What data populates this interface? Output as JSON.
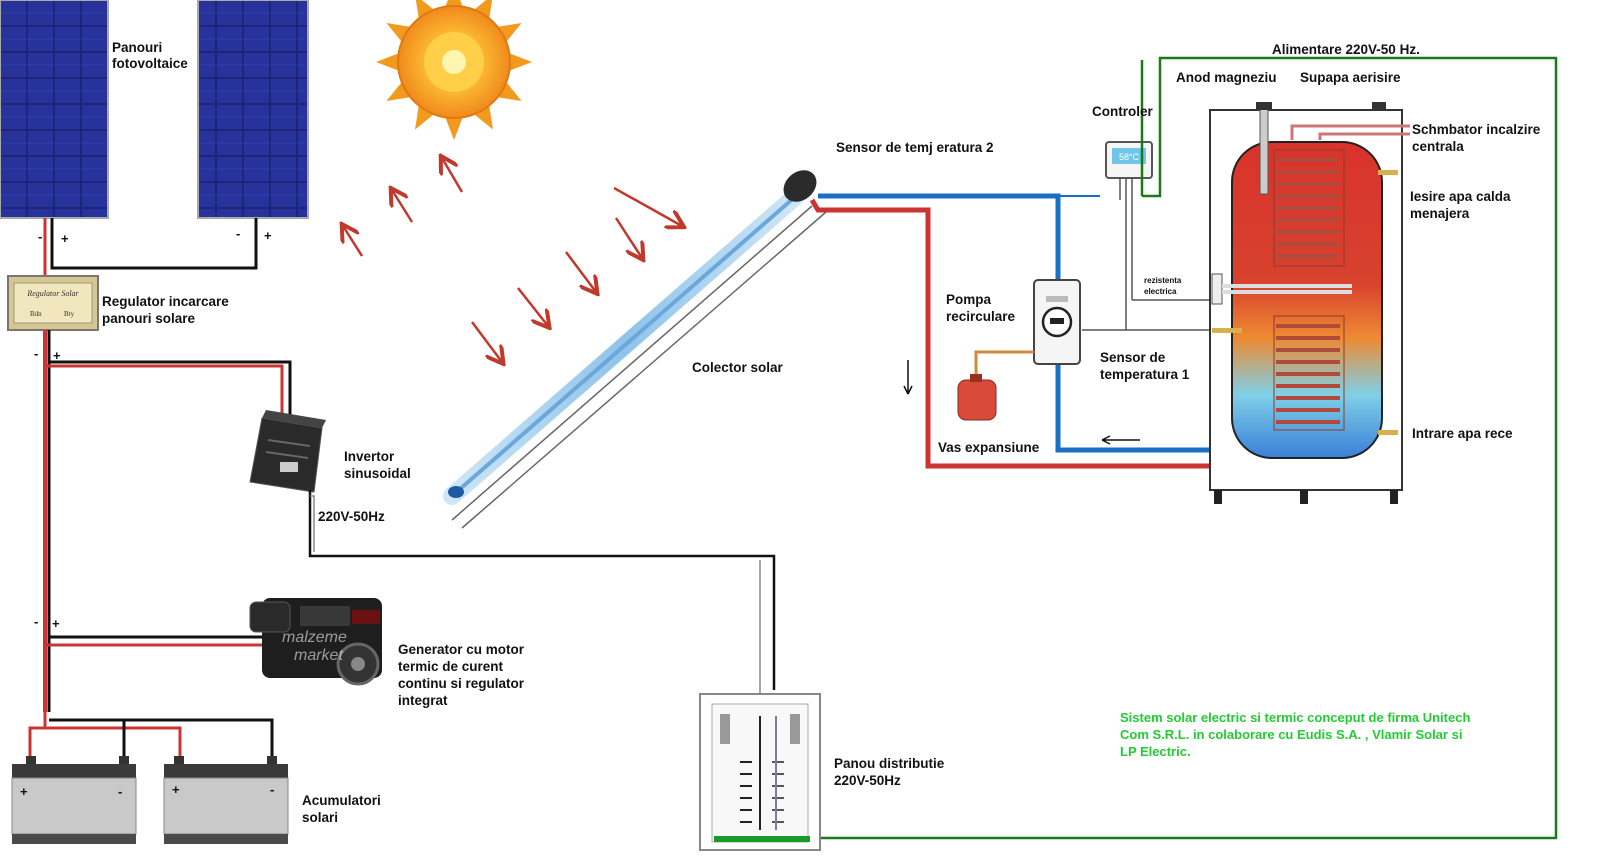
{
  "labels": {
    "pv_panels": [
      "Panouri",
      "fotovoltaice"
    ],
    "charge_regulator": [
      "Regulator incarcare",
      "panouri solare"
    ],
    "regulator_plate": [
      "Regulator Solar",
      "Bdn",
      "Bty"
    ],
    "inverter": [
      "Invertor",
      "sinusoidal"
    ],
    "inverter_output": "220V-50Hz",
    "generator": [
      "Generator cu motor",
      "termic de curent",
      "continu si regulator",
      "integrat"
    ],
    "batteries": [
      "Acumulatori",
      "solari"
    ],
    "solar_collector": "Colector solar",
    "temp_sensor_2": "Sensor de temj eratura 2",
    "controller": "Controler",
    "controller_display": "58°C",
    "power_supply": "Alimentare 220V-50 Hz.",
    "magnesium_anode": "Anod magneziu",
    "air_valve": "Supapa aerisire",
    "heat_exchanger": [
      "Schmbator incalzire",
      "centrala"
    ],
    "hot_water_out": [
      "Iesire apa calda",
      "menajera"
    ],
    "electric_resistance": [
      "rezistenta",
      "electrica"
    ],
    "recirculation_pump": [
      "Pompa",
      "recirculare"
    ],
    "temp_sensor_1": [
      "Sensor de",
      "temperatura 1"
    ],
    "expansion_vessel": "Vas expansiune",
    "cold_water_in": "Intrare apa rece",
    "distribution_panel": [
      "Panou distributie",
      "220V-50Hz"
    ],
    "watermark": [
      "malzeme",
      "market"
    ],
    "signs": {
      "minus": "-",
      "plus": "+"
    }
  },
  "note": [
    "Sistem solar electric si termic conceput de firma Unitech",
    "Com S.R.L. in colaborare cu Eudis S.A. , Vlamir Solar si",
    "LP Electric."
  ],
  "colors": {
    "wire_positive": "#cc2222",
    "wire_negative": "#111111",
    "pipe_hot": "#cc3333",
    "pipe_cold": "#1a6fc4",
    "ground_wire": "#1a7a1a",
    "note_text": "#22cc33",
    "sun": "#f5a623",
    "pv_cell": "#1a237e"
  }
}
